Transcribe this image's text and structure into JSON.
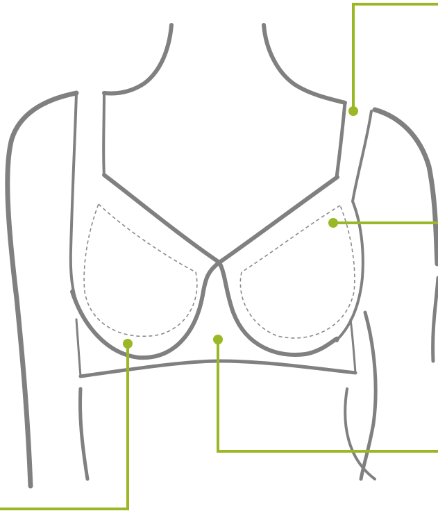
{
  "colors": {
    "outline": "#808080",
    "seam": "#8a8a8a",
    "accent": "#9ab826",
    "background": "#ffffff"
  },
  "callouts": [
    {
      "id": "shoulder-strap",
      "target": "strap"
    },
    {
      "id": "upper-cup",
      "target": "cup-edge"
    },
    {
      "id": "center-gore",
      "target": "gore"
    },
    {
      "id": "underwire",
      "target": "wire"
    }
  ]
}
